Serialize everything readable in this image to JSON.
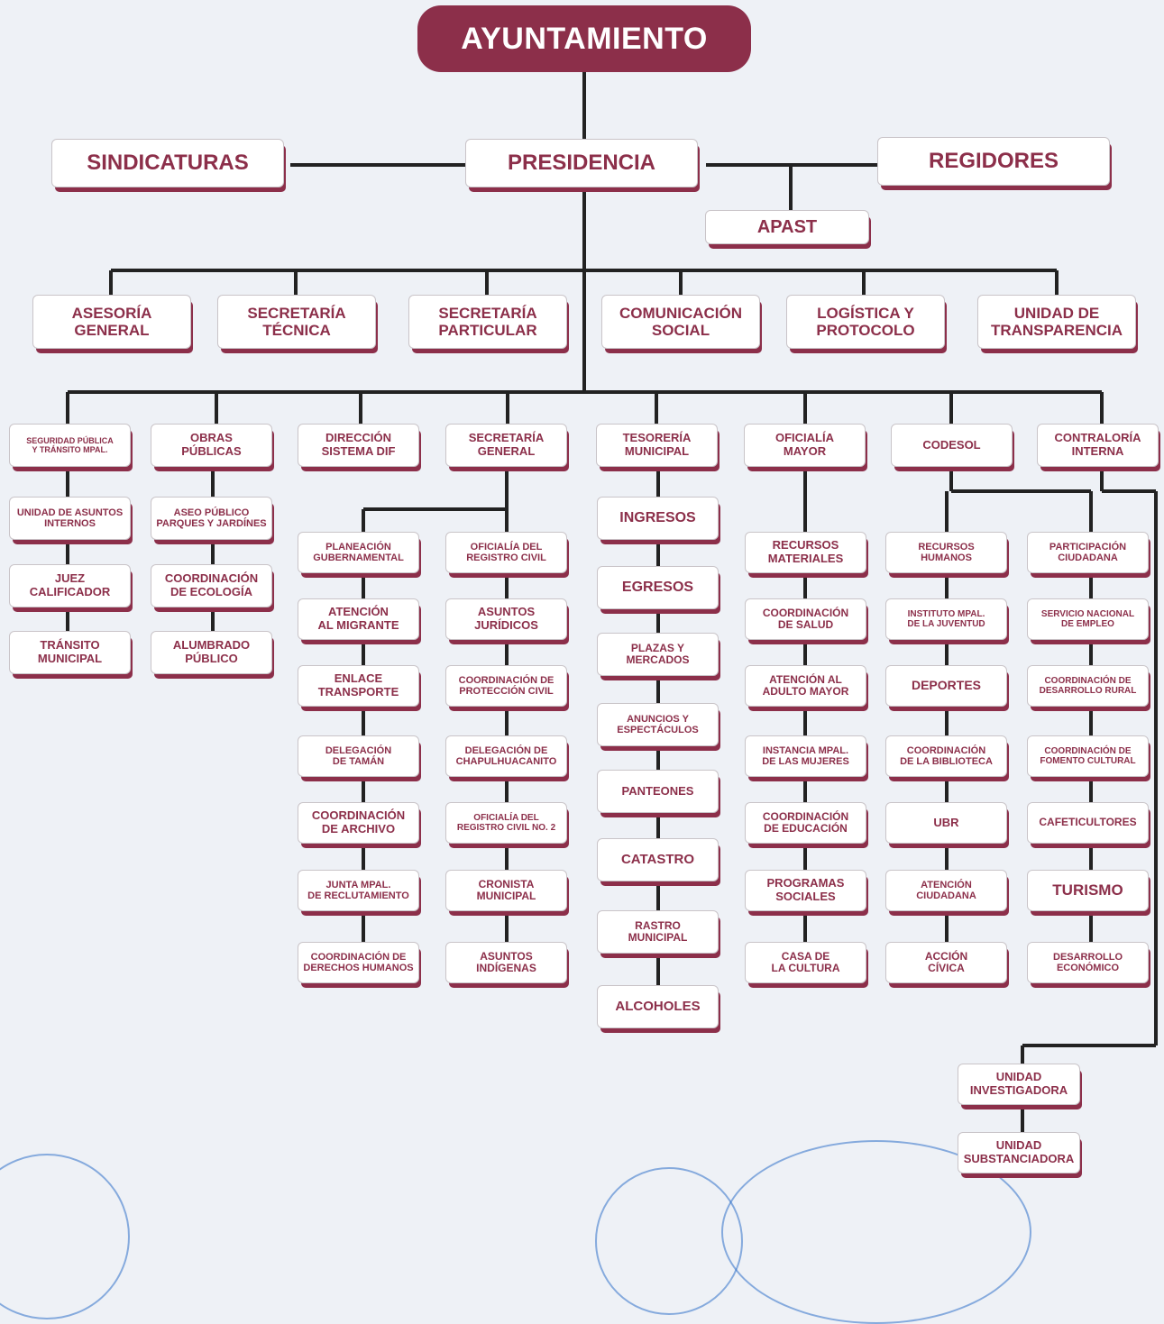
{
  "colors": {
    "brand": "#8c2f4a",
    "line": "#222222",
    "seal": "#2f6fc8"
  },
  "root": "AYUNTAMIENTO",
  "level1": {
    "sindicaturas": "SINDICATURAS",
    "presidencia": "PRESIDENCIA",
    "regidores": "REGIDORES",
    "apast": "APAST"
  },
  "staff": [
    "ASESORÍA\nGENERAL",
    "SECRETARÍA\nTÉCNICA",
    "SECRETARÍA\nPARTICULAR",
    "COMUNICACIÓN\nSOCIAL",
    "LOGÍSTICA Y\nPROTOCOLO",
    "UNIDAD DE\nTRANSPARENCIA"
  ],
  "departments": {
    "seguridad": {
      "head": "SEGURIDAD PÚBLICA\nY TRÁNSITO MPAL.",
      "items": [
        "UNIDAD DE ASUNTOS\nINTERNOS",
        "JUEZ\nCALIFICADOR",
        "TRÁNSITO\nMUNICIPAL"
      ]
    },
    "obras": {
      "head": "OBRAS\nPÚBLICAS",
      "items": [
        "ASEO PÚBLICO\nPARQUES Y JARDÍNES",
        "COORDINACIÓN\nDE ECOLOGÍA",
        "ALUMBRADO\nPÚBLICO"
      ]
    },
    "dif": {
      "head": "DIRECCIÓN\nSISTEMA DIF"
    },
    "secretaria_general": {
      "head": "SECRETARÍA\nGENERAL",
      "left_items": [
        "PLANEACIÓN\nGUBERNAMENTAL",
        "ATENCIÓN\nAL MIGRANTE",
        "ENLACE\nTRANSPORTE",
        "DELEGACIÓN\nDE TAMÁN",
        "COORDINACIÓN\nDE ARCHIVO",
        "JUNTA MPAL.\nDE RECLUTAMIENTO",
        "COORDINACIÓN DE\nDERECHOS HUMANOS"
      ],
      "right_items": [
        "OFICIALÍA DEL\nREGISTRO CIVIL",
        "ASUNTOS\nJURÍDICOS",
        "COORDINACIÓN DE\nPROTECCIÓN CIVIL",
        "DELEGACIÓN DE\nCHAPULHUACANITO",
        "OFICIALÍA DEL\nREGISTRO CIVIL NO. 2",
        "CRONISTA\nMUNICIPAL",
        "ASUNTOS\nINDÍGENAS"
      ]
    },
    "tesoreria": {
      "head": "TESORERÍA\nMUNICIPAL",
      "items": [
        "INGRESOS",
        "EGRESOS",
        "PLAZAS Y\nMERCADOS",
        "ANUNCIOS Y\nESPECTÁCULOS",
        "PANTEONES",
        "CATASTRO",
        "RASTRO\nMUNICIPAL",
        "ALCOHOLES"
      ]
    },
    "oficialia": {
      "head": "OFICIALÍA\nMAYOR",
      "items": [
        "RECURSOS\nMATERIALES",
        "COORDINACIÓN\nDE SALUD",
        "ATENCIÓN AL\nADULTO MAYOR",
        "INSTANCIA MPAL.\nDE LAS MUJERES",
        "COORDINACIÓN\nDE EDUCACIÓN",
        "PROGRAMAS\nSOCIALES",
        "CASA DE\nLA CULTURA"
      ]
    },
    "codesol": {
      "head": "CODESOL",
      "col1": [
        "RECURSOS\nHUMANOS",
        "INSTITUTO MPAL.\nDE LA JUVENTUD",
        "DEPORTES",
        "COORDINACIÓN\nDE LA BIBLIOTECA",
        "UBR",
        "ATENCIÓN\nCIUDADANA",
        "ACCIÓN\nCÍVICA"
      ],
      "col2": [
        "PARTICIPACIÓN\nCIUDADANA",
        "SERVICIO NACIONAL\nDE EMPLEO",
        "COORDINACIÓN DE\nDESARROLLO RURAL",
        "COORDINACIÓN DE\nFOMENTO CULTURAL",
        "CAFETICULTORES",
        "TURISMO",
        "DESARROLLO\nECONÓMICO"
      ]
    },
    "contraloria": {
      "head": "CONTRALORÍA\nINTERNA",
      "items": [
        "UNIDAD\nINVESTIGADORA",
        "UNIDAD\nSUBSTANCIADORA"
      ]
    }
  }
}
